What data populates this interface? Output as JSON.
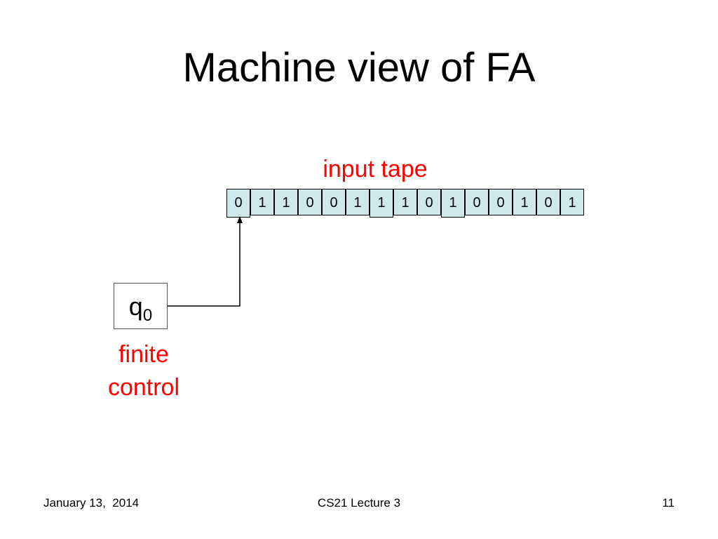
{
  "slide": {
    "title": "Machine view of FA",
    "tape_label": "input tape",
    "tape": [
      "0",
      "1",
      "1",
      "0",
      "0",
      "1",
      "1",
      "1",
      "0",
      "1",
      "0",
      "0",
      "1",
      "0",
      "1"
    ],
    "state": {
      "symbol": "q",
      "subscript": "0"
    },
    "control_label_line1": "finite",
    "control_label_line2": "control"
  },
  "footer": {
    "date": "January 13,  2014",
    "course": "CS21 Lecture 3",
    "page": "11"
  }
}
